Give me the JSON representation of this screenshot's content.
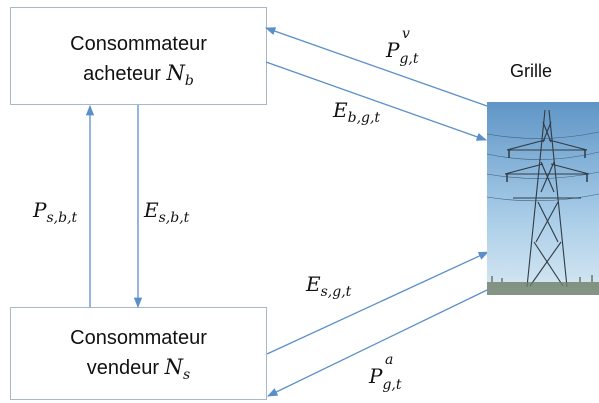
{
  "buyer": {
    "line1": "Consommateur",
    "line2_text": "acheteur ",
    "symbol": "N",
    "symbol_sub": "b"
  },
  "seller": {
    "line1": "Consommateur",
    "line2_text": "vendeur ",
    "symbol": "N",
    "symbol_sub": "s"
  },
  "grid_label": "Grille",
  "flows": {
    "p_gt_v": {
      "main": "P",
      "sup": "v",
      "sub": "g,t"
    },
    "e_bgt": {
      "main": "E",
      "sub": "b,g,t"
    },
    "p_sbt": {
      "main": "P",
      "sub": "s,b,t"
    },
    "e_sbt": {
      "main": "E",
      "sub": "s,b,t"
    },
    "e_sgt": {
      "main": "E",
      "sub": "s,g,t"
    },
    "p_gt_a": {
      "main": "P",
      "sup": "a",
      "sub": "g,t"
    }
  },
  "colors": {
    "arrow": "#5b8fc9",
    "box_border": "#a9b8c6"
  }
}
